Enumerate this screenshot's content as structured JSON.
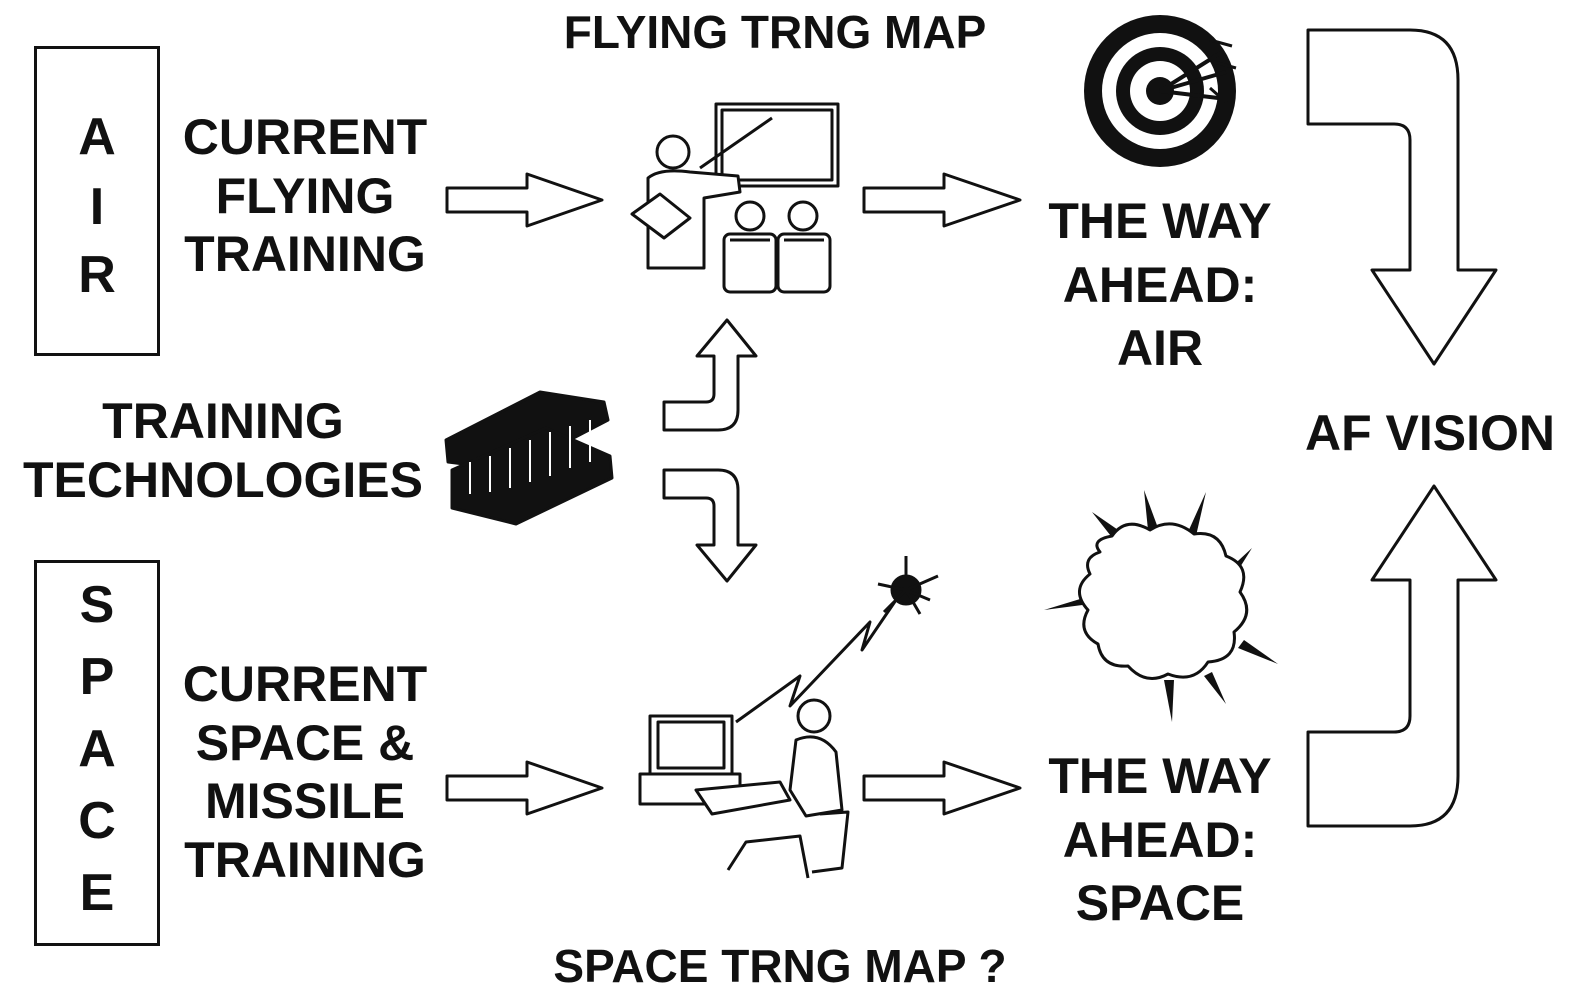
{
  "title_air": "FLYING TRNG MAP",
  "title_space": "SPACE TRNG MAP ?",
  "air_letters": [
    "A",
    "I",
    "R"
  ],
  "space_letters": [
    "S",
    "P",
    "A",
    "C",
    "E"
  ],
  "air_current": [
    "CURRENT",
    "FLYING",
    "TRAINING"
  ],
  "space_current": [
    "CURRENT",
    "SPACE &",
    "MISSILE",
    "TRAINING"
  ],
  "technologies": [
    "TRAINING",
    "TECHNOLOGIES"
  ],
  "way_ahead_air": [
    "THE WAY",
    "AHEAD:",
    "AIR"
  ],
  "way_ahead_space": [
    "THE WAY",
    "AHEAD:",
    "SPACE"
  ],
  "vision": "AF VISION",
  "icons": [
    "instructor-classroom-icon",
    "target-icon",
    "circuit-chip-icon",
    "satellite-operator-icon",
    "explosion-cloud-icon"
  ]
}
